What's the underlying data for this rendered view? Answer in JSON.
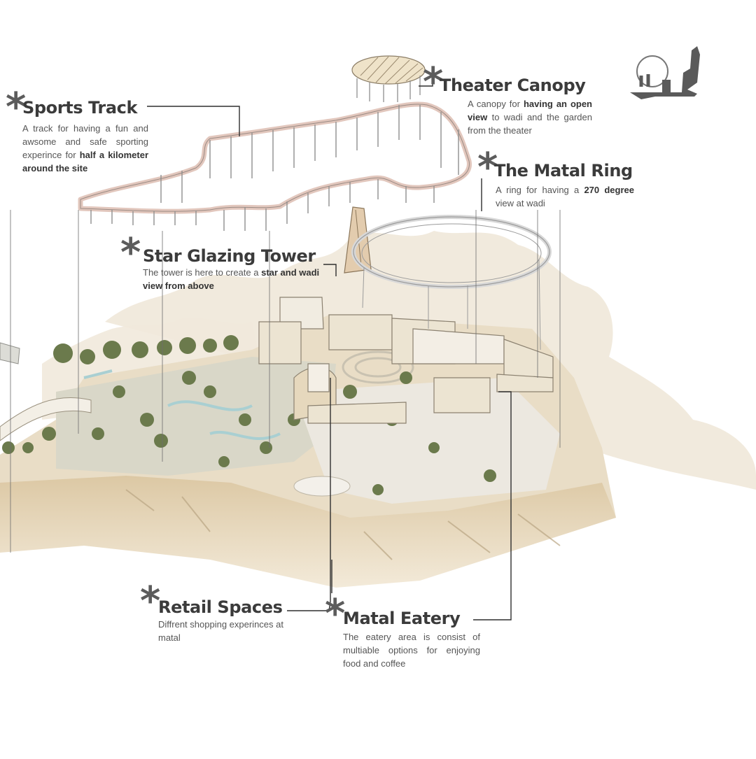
{
  "callouts": {
    "sports_track": {
      "title": "Sports Track",
      "body_a": "A track for having a fun and awsome and safe sporting experince for ",
      "body_b": "half a kilometer around the site",
      "body_c": ""
    },
    "theater_canopy": {
      "title": "Theater Canopy",
      "body_a": "A canopy for ",
      "body_b": "having an open view",
      "body_c": " to wadi and the garden from the theater"
    },
    "metal_ring": {
      "title": "The Matal Ring",
      "body_a": "A ring for having a ",
      "body_b": "270 degree",
      "body_c": " view at wadi"
    },
    "star_tower": {
      "title": "Star Glazing Tower",
      "body_a": "The tower is here to create a ",
      "body_b": "star and wadi view from above",
      "body_c": ""
    },
    "retail": {
      "title": "Retail Spaces",
      "body_a": "Diffrent shopping experinces at matal",
      "body_b": "",
      "body_c": ""
    },
    "eatery": {
      "title": "Matal Eatery",
      "body_a": "The eatery area is consist of multiable options for enjoying food and coffee",
      "body_b": "",
      "body_c": ""
    }
  },
  "icons": {
    "asterisk": "asterisk-icon",
    "logo": "matal-logo"
  },
  "colors": {
    "track": "#e2c7bd",
    "terrain": "#e8d9bf",
    "building": "#ece4d2",
    "tree": "#6b7a4c",
    "text": "#3b3b3b"
  }
}
